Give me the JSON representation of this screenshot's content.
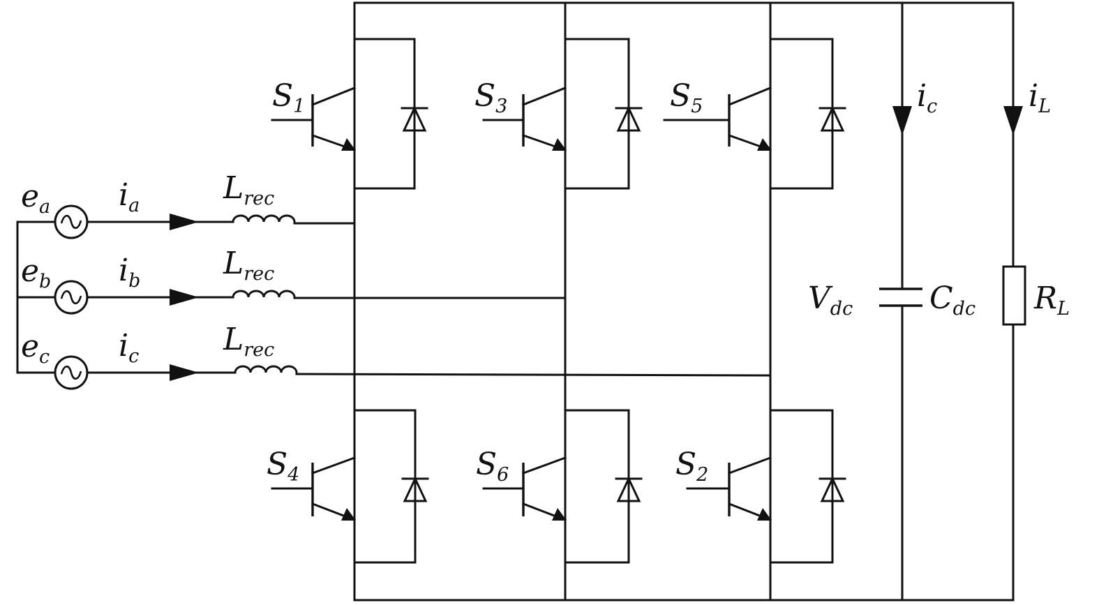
{
  "diagram": {
    "sources": [
      {
        "main": "e",
        "sub": "a"
      },
      {
        "main": "e",
        "sub": "b"
      },
      {
        "main": "e",
        "sub": "c"
      }
    ],
    "currents": [
      {
        "main": "i",
        "sub": "a"
      },
      {
        "main": "i",
        "sub": "b"
      },
      {
        "main": "i",
        "sub": "c"
      }
    ],
    "inductors": [
      {
        "main": "L",
        "sub": "rec"
      },
      {
        "main": "L",
        "sub": "rec"
      },
      {
        "main": "L",
        "sub": "rec"
      }
    ],
    "switches_upper": [
      {
        "main": "S",
        "sub": "1"
      },
      {
        "main": "S",
        "sub": "3"
      },
      {
        "main": "S",
        "sub": "5"
      }
    ],
    "switches_lower": [
      {
        "main": "S",
        "sub": "4"
      },
      {
        "main": "S",
        "sub": "6"
      },
      {
        "main": "S",
        "sub": "2"
      }
    ],
    "capacitor_current": {
      "main": "i",
      "sub": "c"
    },
    "load_current": {
      "main": "i",
      "sub": "L"
    },
    "dc_voltage": {
      "main": "V",
      "sub": "dc"
    },
    "capacitor": {
      "main": "C",
      "sub": "dc"
    },
    "load": {
      "main": "R",
      "sub": "L"
    }
  }
}
